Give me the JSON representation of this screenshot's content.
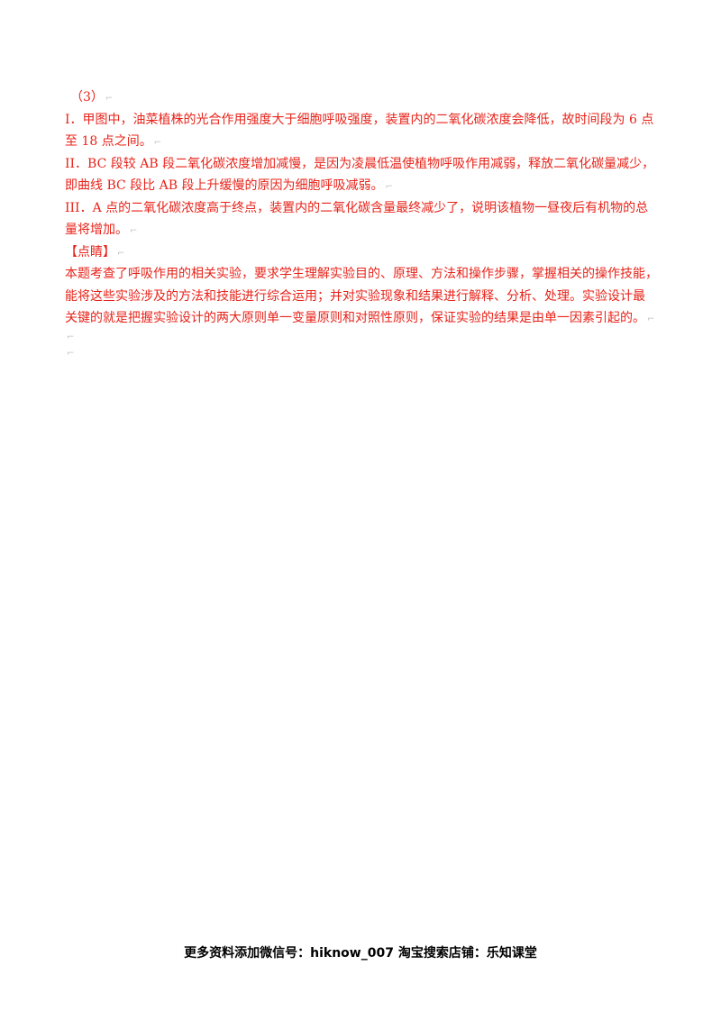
{
  "colors": {
    "body_text": "#e8231a",
    "footer_text": "#000000",
    "para_mark": "#bdbdbd"
  },
  "paragraph_mark": "⌐",
  "content": {
    "lines": [
      "（3）",
      "I．甲图中，油菜植株的光合作用强度大于细胞呼吸强度，装置内的二氧化碳浓度会降低，故时间段为 6 点",
      "至 18 点之间。",
      "II．BC 段较 AB 段二氧化碳浓度增加减慢，是因为凌晨低温使植物呼吸作用减弱，释放二氧化碳量减少，",
      "即曲线 BC 段比 AB 段上升缓慢的原因为细胞呼吸减弱。",
      "III．A 点的二氧化碳浓度高于终点，装置内的二氧化碳含量最终减少了，说明该植物一昼夜后有机物的总",
      "量将增加。",
      "【点睛】",
      "本题考查了呼吸作用的相关实验，要求学生理解实验目的、原理、方法和操作步骤，掌握相关的操作技能，",
      "能将这些实验涉及的方法和技能进行综合运用；并对实验现象和结果进行解释、分析、处理。实验设计最",
      "关键的就是把握实验设计的两大原则单一变量原则和对照性原则，保证实验的结果是由单一因素引起的。"
    ]
  },
  "footer": {
    "text": "更多资料添加微信号：hiknow_007  淘宝搜索店铺：乐知课堂"
  }
}
